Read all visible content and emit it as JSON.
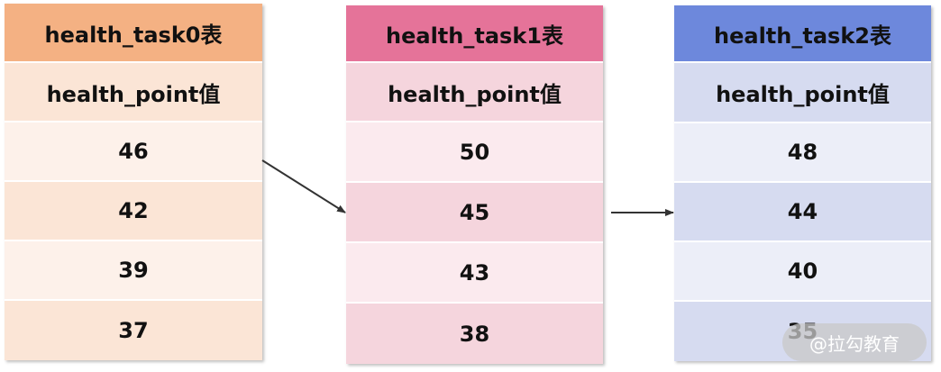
{
  "tables": [
    {
      "title": "health_task0表",
      "header": "health_point值",
      "values": [
        "46",
        "42",
        "39",
        "37"
      ],
      "colors": {
        "title": "#f4b183",
        "header": "#fbe5d6",
        "row_light": "#fdf1ea",
        "row_dark": "#fbe5d6"
      }
    },
    {
      "title": "health_task1表",
      "header": "health_point值",
      "values": [
        "50",
        "45",
        "43",
        "38"
      ],
      "colors": {
        "title": "#e57399",
        "header": "#f5d5dd",
        "row_light": "#fbeaee",
        "row_dark": "#f5d5dd"
      }
    },
    {
      "title": "health_task2表",
      "header": "health_point值",
      "values": [
        "48",
        "44",
        "40",
        "35"
      ],
      "colors": {
        "title": "#6d88dc",
        "header": "#d6dbf0",
        "row_light": "#eceef8",
        "row_dark": "#d6dbf0"
      }
    }
  ],
  "watermark": "@拉勾教育"
}
